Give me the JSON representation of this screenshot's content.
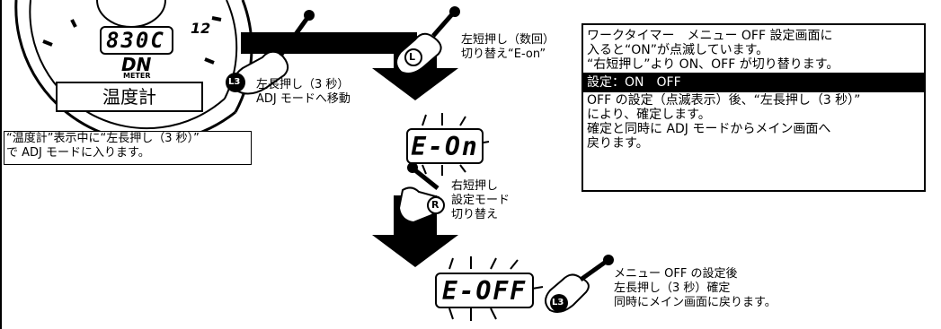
{
  "gauge": {
    "readout": "830C",
    "tick_12": "12",
    "logo_top": "DN",
    "logo_bottom": "METER",
    "label": "温度計"
  },
  "hand_badges": {
    "l3": "L3",
    "l": "L",
    "r": "R"
  },
  "steps": {
    "left_long_press": [
      "左長押し（3 秒）",
      "ADJ モードへ移動"
    ],
    "left_short_press": [
      "左短押し（数回）",
      "切り替え“E-on”"
    ],
    "right_short_press": [
      "右短押し",
      "設定モード",
      "切り替え"
    ],
    "final": [
      "メニュー OFF の設定後",
      "左長押し（3 秒）確定",
      "同時にメイン画面に戻ります。"
    ]
  },
  "displays": {
    "e_on": "E-On",
    "e_off": "E-OFF"
  },
  "note_box": [
    "“温度計”表示中に“左長押し（3 秒）”",
    "で ADJ モードに入ります。"
  ],
  "info_box": {
    "intro": [
      "ワークタイマー　メニュー OFF 設定画面に",
      "入ると“ON”が点滅しています。",
      "“右短押し”より ON、OFF が切り替ります。"
    ],
    "setting_band": "設定：ON　OFF",
    "details": [
      "OFF の設定（点滅表示）後、“左長押し（3 秒）”",
      "により、確定します。",
      "確定と同時に ADJ モードからメイン画面へ",
      "戻ります。"
    ]
  }
}
